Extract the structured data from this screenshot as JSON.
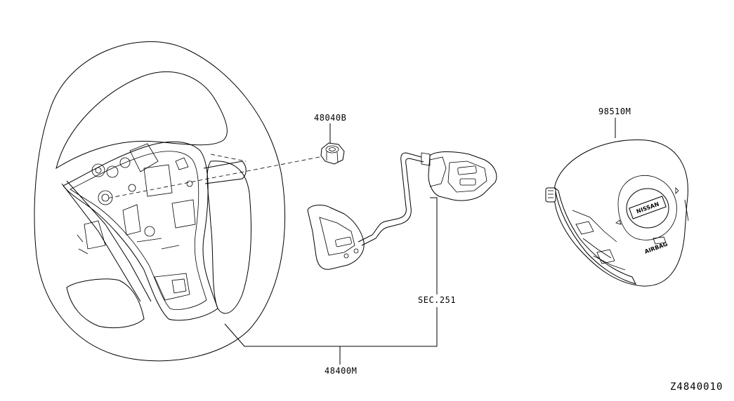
{
  "labels": {
    "nut": "48040B",
    "airbag": "98510M",
    "harness": "SEC.251",
    "wheel": "48400M",
    "diagram_id": "Z4840010"
  },
  "airbag_marks": {
    "brand": "NISSAN",
    "airbag": "AIRBAG"
  },
  "colors": {
    "line": "#000000",
    "background": "#ffffff"
  }
}
